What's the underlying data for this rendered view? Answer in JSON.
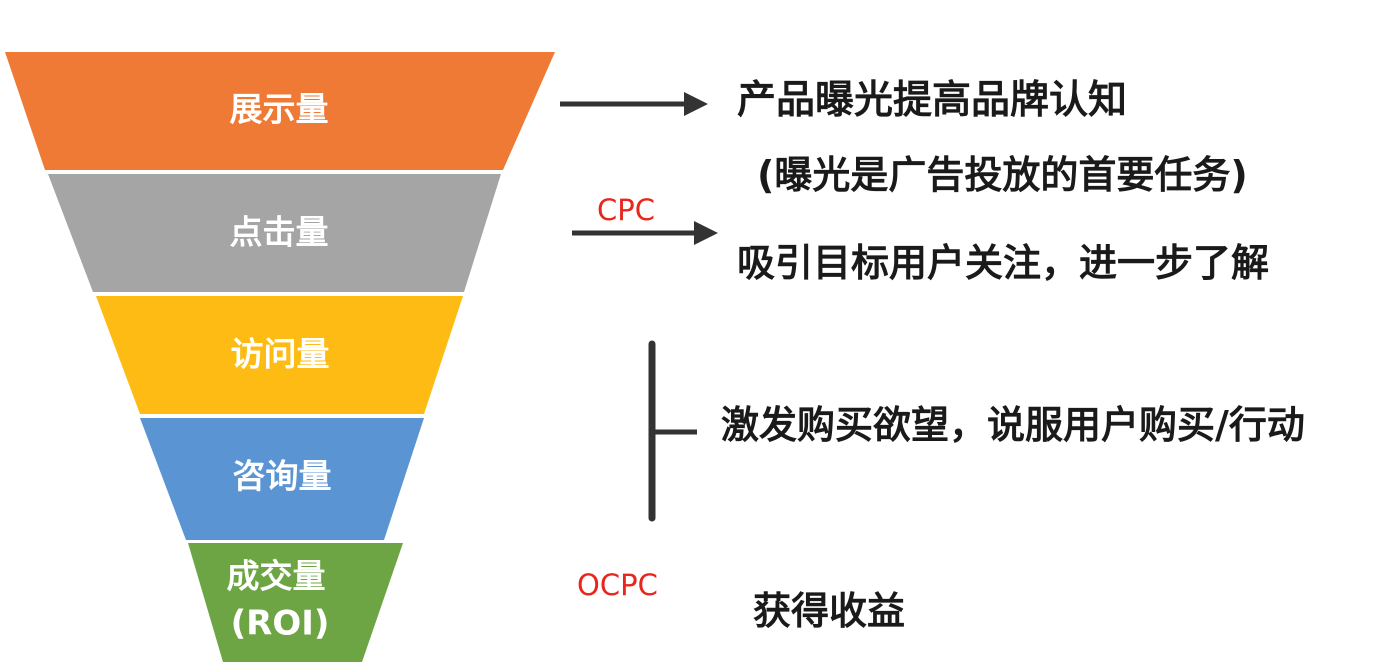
{
  "funnel": {
    "stages": [
      {
        "label": "展示量",
        "color": "#ef7a35"
      },
      {
        "label": "点击量",
        "color": "#a5a5a5"
      },
      {
        "label": "访问量",
        "color": "#fdbb14"
      },
      {
        "label": "咨询量",
        "color": "#5a94d3"
      },
      {
        "label": "成交量",
        "sublabel": "(ROI)",
        "color": "#6ea544"
      }
    ]
  },
  "notes": {
    "exposure": "产品曝光提高品牌认知",
    "exposure_sub": "(曝光是广告投放的首要任务)",
    "attention": "吸引目标用户关注，进一步了解",
    "purchase": "激发购买欲望，说服用户购买/行动",
    "revenue": "获得收益"
  },
  "metrics": {
    "cpc": "CPC",
    "ocpc": "OCPC"
  },
  "colors": {
    "text": "#1a1a1a",
    "metric": "#e8261c",
    "arrow": "#333333"
  }
}
